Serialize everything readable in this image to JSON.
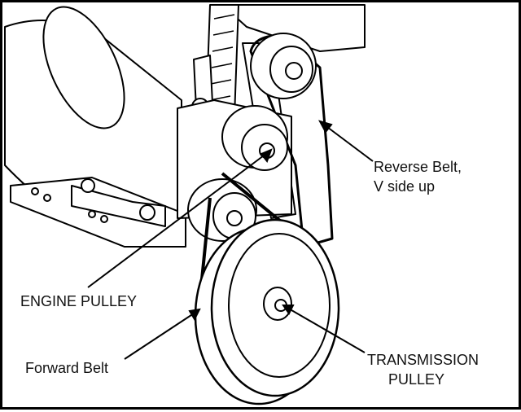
{
  "figure": {
    "labels": {
      "reverse_belt_line1": "Reverse Belt,",
      "reverse_belt_line2": "V side up",
      "engine_pulley": "ENGINE PULLEY",
      "forward_belt": "Forward Belt",
      "transmission_line1": "TRANSMISSION",
      "transmission_line2": "PULLEY"
    },
    "colors": {
      "line": "#000000",
      "fill": "#ffffff",
      "shade": "#d9d9d9",
      "watermark": "#e6e6e6"
    }
  }
}
